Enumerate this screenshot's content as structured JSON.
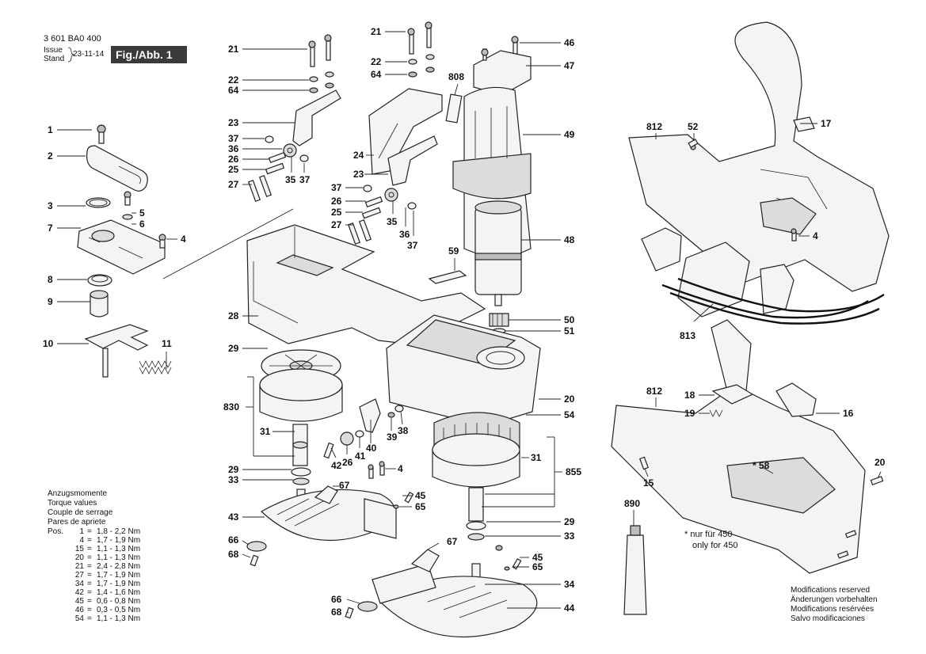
{
  "header": {
    "doc_number": "3 601 BA0 400",
    "issue_label": "Issue",
    "stand_label": "Stand",
    "date": "23-11-14",
    "figure": "Fig./Abb. 1"
  },
  "callouts": {
    "p1": "1",
    "p2": "2",
    "p3": "3",
    "p4a": "4",
    "p5": "5",
    "p6": "6",
    "p7": "7",
    "p8": "8",
    "p9": "9",
    "p10": "10",
    "p11": "11",
    "p21a": "21",
    "p22a": "22",
    "p64a": "64",
    "p23a": "23",
    "p37a": "37",
    "p36a": "36",
    "p26a": "26",
    "p25a": "25",
    "p27a": "27",
    "p35a": "35",
    "p37b": "37",
    "p21b": "21",
    "p22b": "22",
    "p64b": "64",
    "p24": "24",
    "p23b": "23",
    "p37c": "37",
    "p26b": "26",
    "p25b": "25",
    "p27b": "27",
    "p35b": "35",
    "p36b": "36",
    "p37d": "37",
    "p808": "808",
    "p46": "46",
    "p47": "47",
    "p49": "49",
    "p48": "48",
    "p59": "59",
    "p50": "50",
    "p51": "51",
    "p28": "28",
    "p29a": "29",
    "p830": "830",
    "p31a": "31",
    "p29b": "29",
    "p33a": "33",
    "p43": "43",
    "p66a": "66",
    "p68a": "68",
    "p67a": "67",
    "p42": "42",
    "p26c": "26",
    "p41": "41",
    "p40": "40",
    "p39": "39",
    "p38": "38",
    "p4b": "4",
    "p45a": "45",
    "p65a": "65",
    "p20a": "20",
    "p54": "54",
    "p31b": "31",
    "p855": "855",
    "p29c": "29",
    "p33b": "33",
    "p67b": "67",
    "p45b": "45",
    "p65b": "65",
    "p34": "34",
    "p44": "44",
    "p66b": "66",
    "p68b": "68",
    "p812a": "812",
    "p52": "52",
    "p17": "17",
    "p4c": "4",
    "p813": "813",
    "p812b": "812",
    "p18": "18",
    "p19": "19",
    "p16": "16",
    "p58": "* 58",
    "p20b": "20",
    "p15": "15",
    "p890": "890"
  },
  "torque": {
    "titles": [
      "Anzugsmomente",
      "Torque values",
      "Couple de serrage",
      "Pares de apriete"
    ],
    "pos_label": "Pos.",
    "rows": [
      {
        "pos": "1",
        "value": "1,8 - 2,2 Nm"
      },
      {
        "pos": "4",
        "value": "1,7 - 1,9 Nm"
      },
      {
        "pos": "15",
        "value": "1,1 - 1,3 Nm"
      },
      {
        "pos": "20",
        "value": "1,1 - 1,3 Nm"
      },
      {
        "pos": "21",
        "value": "2,4 - 2,8 Nm"
      },
      {
        "pos": "27",
        "value": "1,7 - 1,9 Nm"
      },
      {
        "pos": "34",
        "value": "1,7 - 1,9 Nm"
      },
      {
        "pos": "42",
        "value": "1,4 - 1,6 Nm"
      },
      {
        "pos": "45",
        "value": "0,6 - 0,8 Nm"
      },
      {
        "pos": "46",
        "value": "0,3 - 0,5 Nm"
      },
      {
        "pos": "54",
        "value": "1,1 - 1,3 Nm"
      }
    ]
  },
  "footnote": {
    "line1": "* nur für 450",
    "line2": "only for 450"
  },
  "modifications": [
    "Modifications reserved",
    "Änderungen vorbehalten",
    "Modifications resérvées",
    "Salvo modificaciones"
  ],
  "colors": {
    "ink": "#111111",
    "badge": "#3a3a3a",
    "paper": "#ffffff"
  }
}
